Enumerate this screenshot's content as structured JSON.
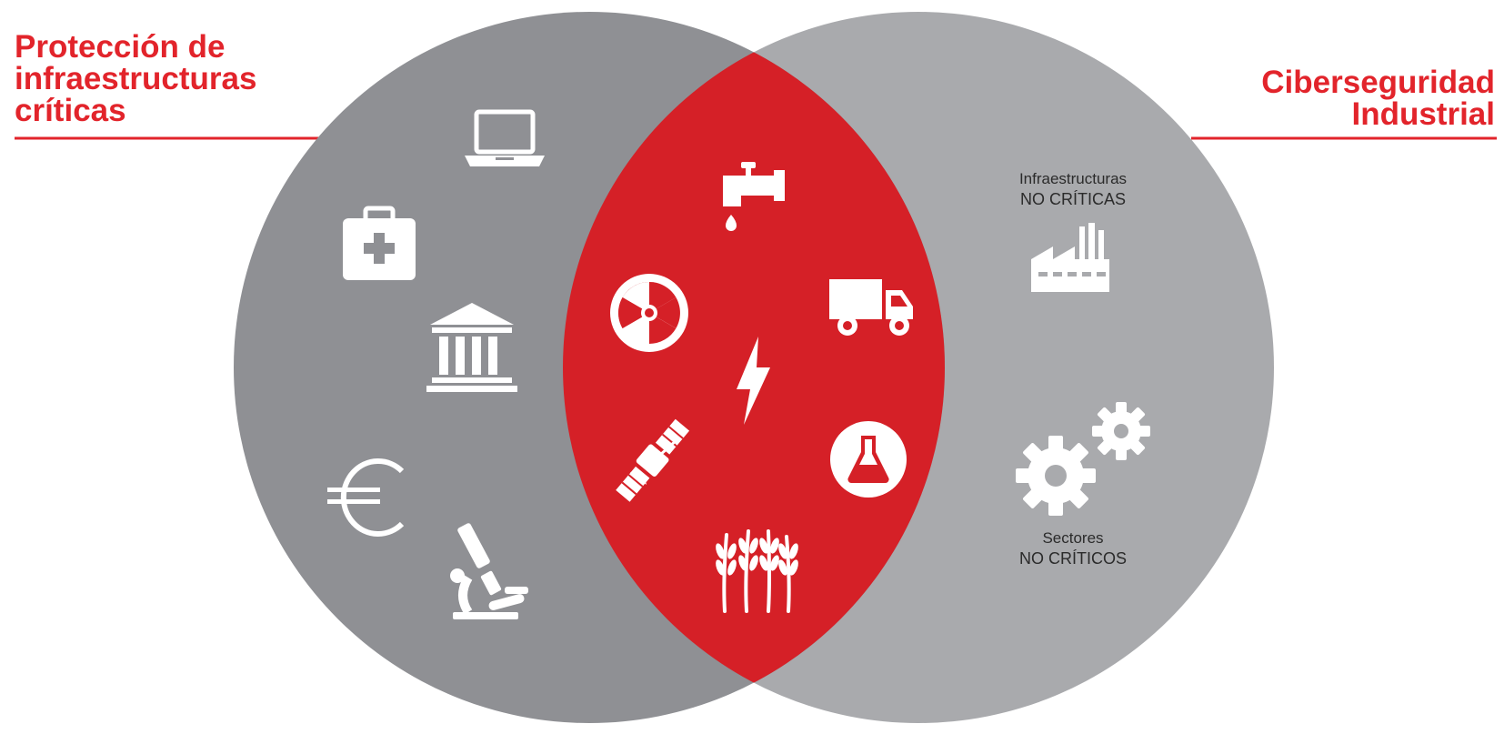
{
  "left_circle": {
    "title_lines": [
      "Protección de",
      "infraestructuras",
      "críticas"
    ],
    "icons": [
      "laptop-icon",
      "first-aid-kit-icon",
      "bank-building-icon",
      "euro-icon",
      "microscope-icon"
    ]
  },
  "right_circle": {
    "title_lines": [
      "Ciberseguridad",
      "Industrial"
    ],
    "infrastructure_label": [
      "Infraestructuras",
      "NO CRÍTICAS"
    ],
    "sectors_label": [
      "Sectores",
      "NO CRÍTICOS"
    ],
    "icons": [
      "factory-icon",
      "gears-icon"
    ]
  },
  "intersection": {
    "icons": [
      "water-tap-icon",
      "radiation-icon",
      "truck-icon",
      "lightning-icon",
      "satellite-icon",
      "chemistry-flask-icon",
      "wheat-icon"
    ]
  },
  "colors": {
    "accent_red": "#e2242b",
    "left_circle_gray": "#8f9094",
    "right_circle_gray": "#a9aaad",
    "icon_white": "#ffffff",
    "label_text": "#2b2b2b"
  }
}
